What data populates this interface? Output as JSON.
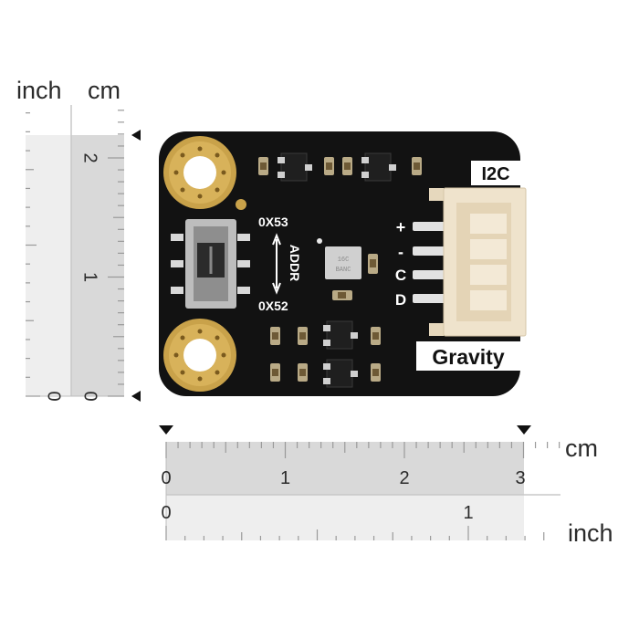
{
  "units": {
    "vertical_inch": "inch",
    "vertical_cm": "cm",
    "horizontal_cm": "cm",
    "horizontal_inch": "inch"
  },
  "vertical_ruler": {
    "cm_ticks": [
      "2",
      "1",
      "0"
    ],
    "inch_ticks": [
      "0"
    ]
  },
  "horizontal_ruler": {
    "cm_ticks": [
      "0",
      "1",
      "2",
      "3"
    ],
    "inch_ticks": [
      "0",
      "1"
    ]
  },
  "board": {
    "addr_high": "0X53",
    "addr_title": "ADDR",
    "addr_low": "0X52",
    "pin_plus": "+",
    "pin_minus": "-",
    "pin_c": "C",
    "pin_d": "D",
    "bus_label": "I2C",
    "brand_label": "Gravity"
  },
  "colors": {
    "pcb": "#121212",
    "pad_gold": "#c9a24a",
    "connector": "#efe3cc",
    "ruler_shade": "#d9d9d9",
    "ruler_light": "#eeeeee"
  }
}
